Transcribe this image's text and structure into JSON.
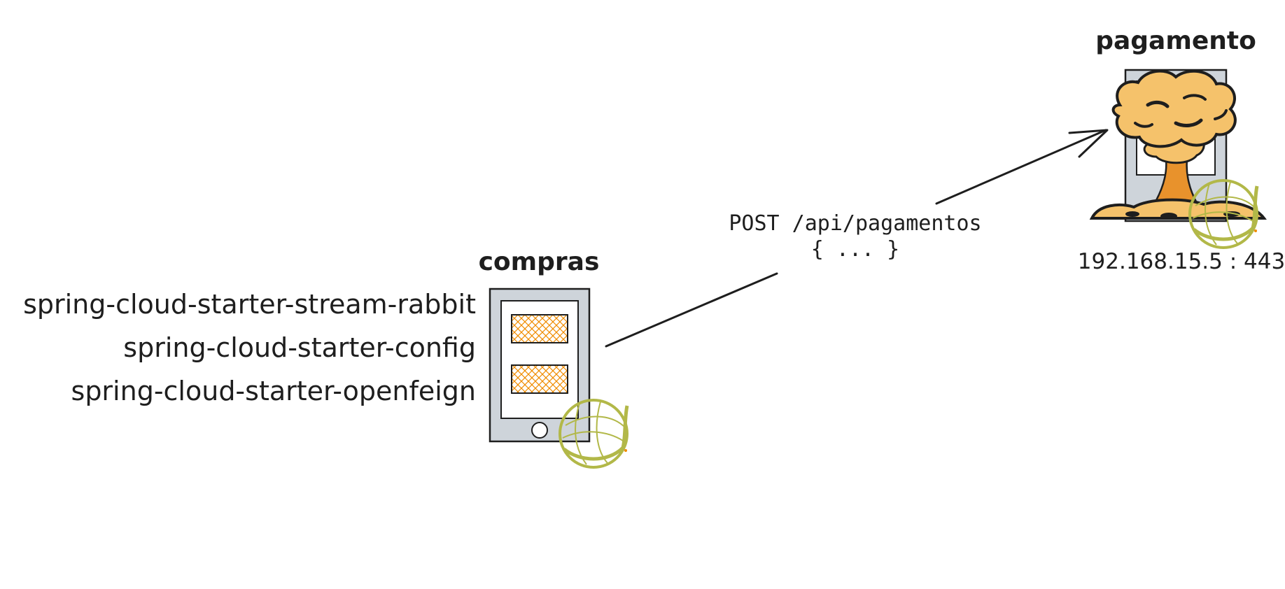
{
  "nodes": {
    "compras": {
      "title": "compras",
      "dependencies": [
        "spring-cloud-starter-stream-rabbit",
        "spring-cloud-starter-config",
        "spring-cloud-starter-openfeign"
      ]
    },
    "pagamento": {
      "title": "pagamento",
      "address": "192.168.15.5 : 443"
    }
  },
  "edge": {
    "label_line1": "POST /api/pagamentos",
    "label_line2": "{ ... }"
  },
  "icons": {
    "compras_device": "mobile-phone-icon",
    "compras_badge": "spring-leaf-icon",
    "pagamento_server": "server-icon",
    "pagamento_explosion": "explosion-icon",
    "pagamento_badge": "spring-leaf-icon"
  },
  "colors": {
    "stroke": "#1e1e1e",
    "device_fill": "#ced4da",
    "screen_fill": "#ffffff",
    "hatch": "#f08c00",
    "spring_green": "#b2b848",
    "explosion_fill": "#f5c26b",
    "explosion_stem": "#e8922c"
  }
}
